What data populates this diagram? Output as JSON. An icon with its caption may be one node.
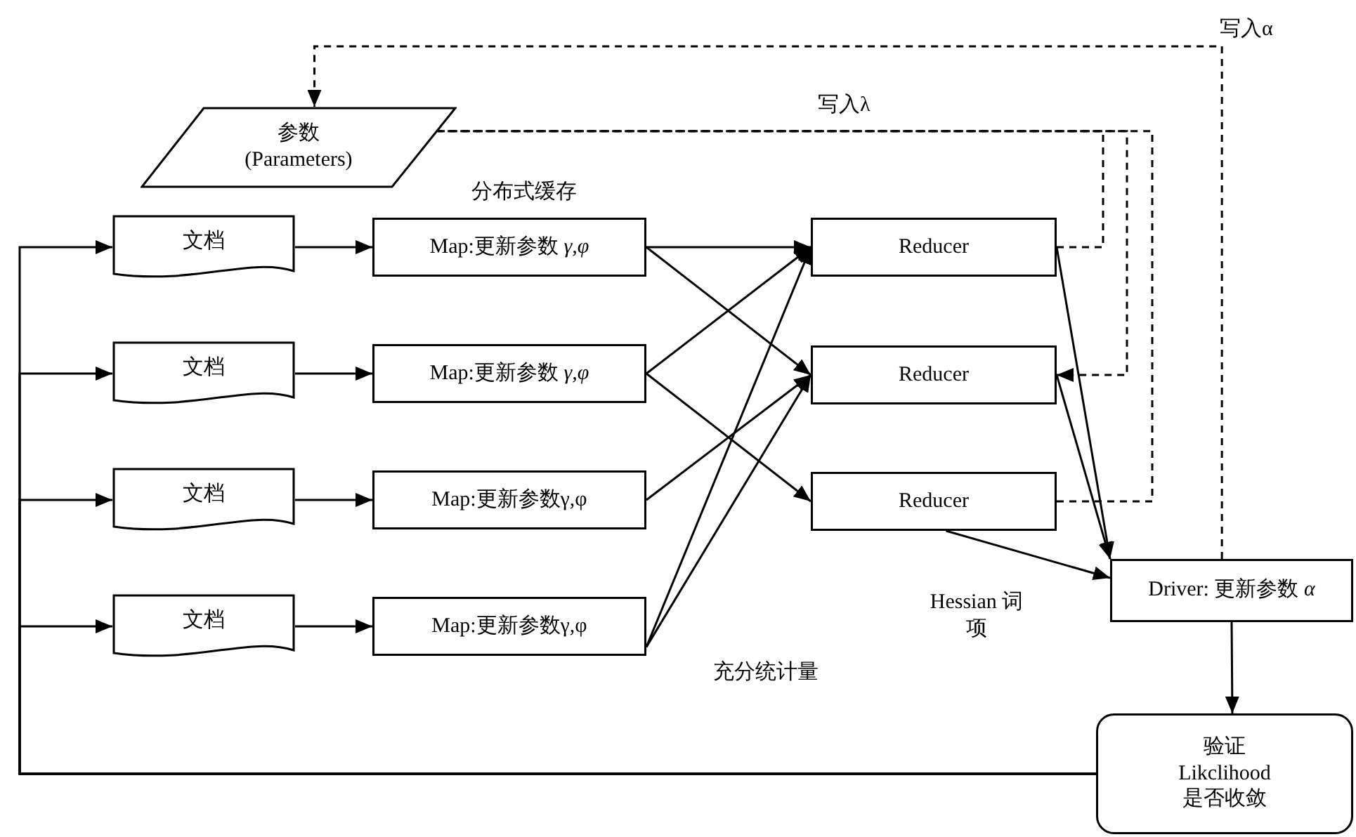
{
  "diagram": {
    "nodes": [
      {
        "text": [
          "参数",
          "(Parameters)"
        ]
      },
      {
        "text": [
          "文档"
        ]
      },
      {
        "text": [
          "文档"
        ]
      },
      {
        "text": [
          "文档"
        ]
      },
      {
        "text": [
          "文档"
        ]
      },
      {
        "text": [
          "Map:更新参数 *γ,φ*"
        ]
      },
      {
        "text": [
          "Map:更新参数 *γ,φ*"
        ]
      },
      {
        "text": [
          "Map:更新参数γ,φ"
        ]
      },
      {
        "text": [
          "Map:更新参数γ,φ"
        ]
      },
      {
        "text": [
          "Reducer"
        ]
      },
      {
        "text": [
          "Reducer"
        ]
      },
      {
        "text": [
          "Reducer"
        ]
      },
      {
        "text": [
          "Driver: 更新参数 *α*"
        ]
      },
      {
        "text": [
          "验证",
          "Likclihood",
          "是否收敛"
        ]
      }
    ],
    "edges": [
      {
        "from": 1,
        "to": 5,
        "arrow": "to"
      },
      {
        "from": 2,
        "to": 6,
        "arrow": "to"
      },
      {
        "from": 3,
        "to": 7,
        "arrow": "to"
      },
      {
        "from": 4,
        "to": 8,
        "arrow": "to"
      },
      {
        "from": 5,
        "to": 9,
        "arrow": "to"
      },
      {
        "from": 5,
        "to": 10,
        "arrow": "to"
      },
      {
        "from": 6,
        "to": 9,
        "arrow": "to"
      },
      {
        "from": 6,
        "to": 11,
        "arrow": "to"
      },
      {
        "from": 7,
        "to": 10,
        "arrow": "to"
      },
      {
        "from": 8,
        "to": 9,
        "arrow": "to"
      },
      {
        "from": 8,
        "to": 10,
        "arrow": "to"
      },
      {
        "from": 9,
        "to": 12,
        "arrow": "to"
      },
      {
        "from": 10,
        "to": 12,
        "arrow": "to"
      },
      {
        "from": 11,
        "to": 12,
        "arrow": "to"
      },
      {
        "from": 12,
        "to": 13,
        "arrow": "to"
      },
      {
        "from": 13,
        "to": 1,
        "arrow": "to"
      },
      {
        "from": 13,
        "to": 2,
        "arrow": "to"
      },
      {
        "from": 13,
        "to": 3,
        "arrow": "to"
      },
      {
        "from": 13,
        "to": 4,
        "arrow": "to"
      },
      {
        "from": 12,
        "to": 0,
        "arrow": "to",
        "style": "dashed",
        "label": "写入α"
      },
      {
        "from": 0,
        "to": 10,
        "arrow": "to",
        "style": "dashed",
        "label": "写入λ"
      },
      {
        "from": 9,
        "to": 0,
        "arrow": "none",
        "style": "dashed"
      },
      {
        "from": 11,
        "to": 0,
        "arrow": "none",
        "style": "dashed"
      }
    ],
    "labels": [
      "分布式缓存",
      "充分统计量",
      "Hessian 词项"
    ]
  }
}
